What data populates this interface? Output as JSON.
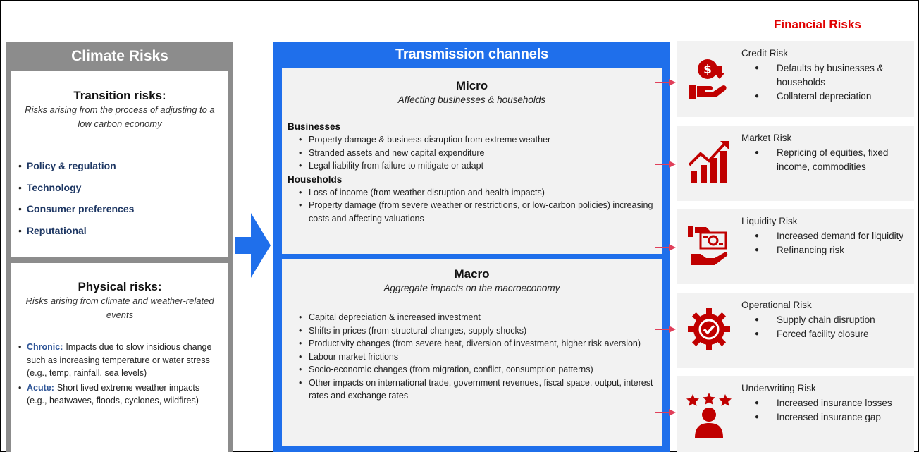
{
  "climate": {
    "title": "Climate Risks",
    "transition": {
      "heading": "Transition risks:",
      "subtitle": "Risks arising from the process of adjusting to a low carbon economy",
      "items": [
        "Policy & regulation",
        "Technology",
        "Consumer preferences",
        "Reputational"
      ]
    },
    "physical": {
      "heading": "Physical risks:",
      "subtitle": "Risks arising from climate and weather-related events",
      "items": [
        {
          "label": "Chronic:",
          "text": "Impacts due to slow insidious change such as increasing temperature or water stress (e.g., temp, rainfall, sea levels)"
        },
        {
          "label": "Acute:",
          "text": "Short lived extreme weather impacts (e.g., heatwaves, floods, cyclones, wildfires)"
        }
      ]
    }
  },
  "transmission": {
    "title": "Transmission channels",
    "micro": {
      "heading": "Micro",
      "subtitle": "Affecting businesses & households",
      "businesses_title": "Businesses",
      "businesses": [
        "Property damage & business disruption from extreme weather",
        "Stranded assets and new capital expenditure",
        "Legal liability from failure to mitigate or adapt"
      ],
      "households_title": "Households",
      "households": [
        "Loss of income (from weather disruption and health impacts)",
        "Property damage (from severe weather or restrictions, or low-carbon policies) increasing costs and affecting valuations"
      ]
    },
    "macro": {
      "heading": "Macro",
      "subtitle": "Aggregate impacts on the macroeconomy",
      "items": [
        "Capital depreciation & increased investment",
        "Shifts in prices (from structural changes, supply shocks)",
        "Productivity changes (from severe heat, diversion of investment, higher risk aversion)",
        "Labour market frictions",
        "Socio-economic changes (from migration, conflict, consumption patterns)",
        "Other impacts on international trade, government revenues, fiscal space, output, interest rates and exchange rates"
      ]
    }
  },
  "financial": {
    "title": "Financial Risks",
    "colors": {
      "accent": "#e00000",
      "icon": "#c00000",
      "box": "#f2f2f2",
      "blue": "#1f6feb"
    },
    "risks": [
      {
        "name": "Credit Risk",
        "icon": "money-hand-icon",
        "items": [
          "Defaults by businesses & households",
          "Collateral depreciation"
        ]
      },
      {
        "name": "Market Risk",
        "icon": "rising-chart-icon",
        "items": [
          "Repricing of equities, fixed income, commodities"
        ]
      },
      {
        "name": "Liquidity Risk",
        "icon": "cash-exchange-icon",
        "items": [
          "Increased demand for liquidity",
          "Refinancing risk"
        ]
      },
      {
        "name": "Operational Risk",
        "icon": "gear-check-icon",
        "items": [
          "Supply chain disruption",
          "Forced facility closure"
        ]
      },
      {
        "name": "Underwriting Risk",
        "icon": "person-stars-icon",
        "items": [
          "Increased insurance losses",
          "Increased insurance gap"
        ]
      }
    ]
  }
}
